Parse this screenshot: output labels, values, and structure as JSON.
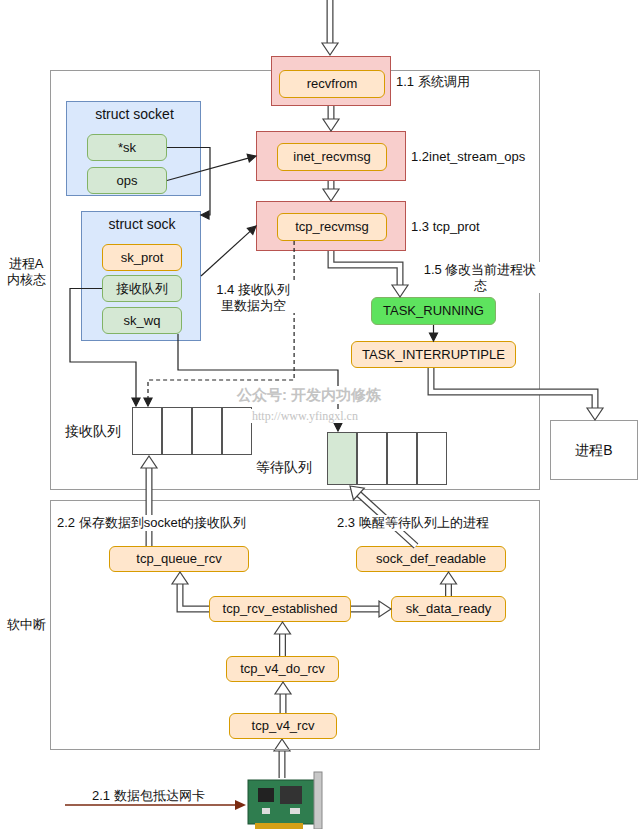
{
  "diagram": {
    "nodes": [
      {
        "text": [
          "进程A 内核态"
        ]
      },
      {
        "text": [
          "1.1 系统调用"
        ],
        "in": 0
      },
      {
        "text": [
          "recvfrom"
        ],
        "in": 1
      },
      {
        "text": [
          "struct socket"
        ],
        "in": 0
      },
      {
        "text": [
          "*sk"
        ],
        "in": 3
      },
      {
        "text": [
          "ops"
        ],
        "in": 3
      },
      {
        "text": [
          "1.2inet_stream_ops"
        ],
        "in": 0
      },
      {
        "text": [
          "inet_recvmsg"
        ],
        "in": 6
      },
      {
        "text": [
          "struct sock"
        ],
        "in": 0
      },
      {
        "text": [
          "sk_prot"
        ],
        "in": 8
      },
      {
        "text": [
          "接收队列"
        ],
        "in": 8
      },
      {
        "text": [
          "sk_wq"
        ],
        "in": 8
      },
      {
        "text": [
          "1.3 tcp_prot"
        ],
        "in": 0
      },
      {
        "text": [
          "tcp_recvmsg"
        ],
        "in": 12
      },
      {
        "text": [
          "TASK_RUNNING"
        ],
        "in": 0
      },
      {
        "text": [
          "TASK_INTERRUPTIPLE"
        ],
        "in": 0
      },
      {
        "text": [
          "进程B"
        ]
      },
      {
        "text": [
          "接收队列"
        ],
        "in": 0
      },
      {
        "text": [
          "等待队列"
        ],
        "in": 0
      },
      {
        "text": [
          "软中断"
        ]
      },
      {
        "text": [
          "tcp_queue_rcv"
        ],
        "in": 19
      },
      {
        "text": [
          "sock_def_readable"
        ],
        "in": 19
      },
      {
        "text": [
          "tcp_rcv_established"
        ],
        "in": 19
      },
      {
        "text": [
          "sk_data_ready"
        ],
        "in": 19
      },
      {
        "text": [
          "tcp_v4_do_rcv"
        ],
        "in": 19
      },
      {
        "text": [
          "tcp_v4_rcv"
        ],
        "in": 19
      }
    ],
    "edges": [
      {
        "from": 1,
        "to": 6,
        "arrow": "to"
      },
      {
        "from": 6,
        "to": 12,
        "arrow": "to"
      },
      {
        "from": 5,
        "to": 6,
        "arrow": "to"
      },
      {
        "from": 4,
        "to": 8,
        "arrow": "to"
      },
      {
        "from": 8,
        "to": 12,
        "arrow": "to"
      },
      {
        "from": 13,
        "to": 17,
        "arrow": "to"
      },
      {
        "from": 12,
        "to": 14,
        "arrow": "to"
      },
      {
        "from": 14,
        "to": 15,
        "arrow": "to"
      },
      {
        "from": 15,
        "to": 16,
        "arrow": "to"
      },
      {
        "from": 10,
        "to": 17,
        "arrow": "to"
      },
      {
        "from": 11,
        "to": 18,
        "arrow": "to"
      },
      {
        "from": 20,
        "to": 17,
        "arrow": "to"
      },
      {
        "from": 21,
        "to": 18,
        "arrow": "to"
      },
      {
        "from": 22,
        "to": 20,
        "arrow": "to"
      },
      {
        "from": 22,
        "to": 23,
        "arrow": "to"
      },
      {
        "from": 23,
        "to": 21,
        "arrow": "to"
      },
      {
        "from": 24,
        "to": 22,
        "arrow": "to"
      },
      {
        "from": 25,
        "to": 24,
        "arrow": "to"
      }
    ],
    "labels": [
      "1.4 接收队列 里数据为空",
      "1.5 修改当前进程状态",
      "公众号: 开发内功修炼",
      "http://www.yfingxl.cn",
      "2.2 保存数据到socket的接收队列",
      "2.3 唤醒等待队列上的进程",
      "2.1 数据包抵达网卡"
    ]
  }
}
